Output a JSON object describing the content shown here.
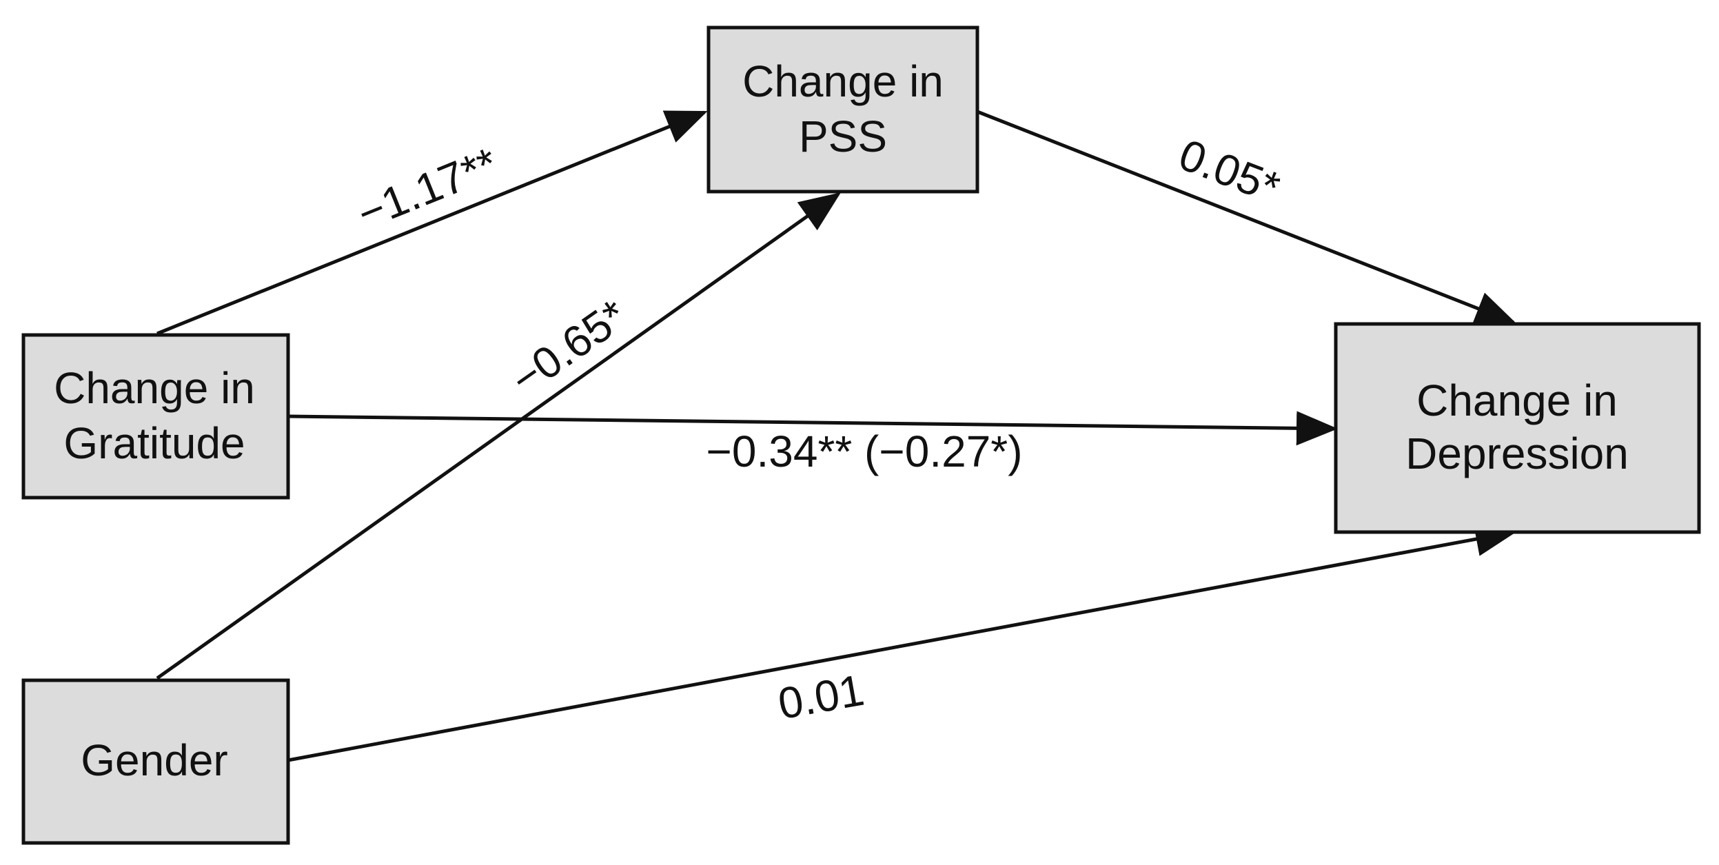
{
  "nodes": {
    "pss": {
      "line1": "Change in",
      "line2": "PSS"
    },
    "gratitude": {
      "line1": "Change in",
      "line2": "Gratitude"
    },
    "depression": {
      "line1": "Change in",
      "line2": "Depression"
    },
    "gender": {
      "label": "Gender"
    }
  },
  "edges": {
    "gratitude_to_pss": "−1.17**",
    "gender_to_pss": "−0.65*",
    "pss_to_depression": "0.05*",
    "gratitude_to_depression": "−0.34** (−0.27*)",
    "gender_to_depression": "0.01"
  },
  "colors": {
    "box_fill": "#dcdcdc",
    "stroke": "#111111",
    "text": "#111111"
  }
}
